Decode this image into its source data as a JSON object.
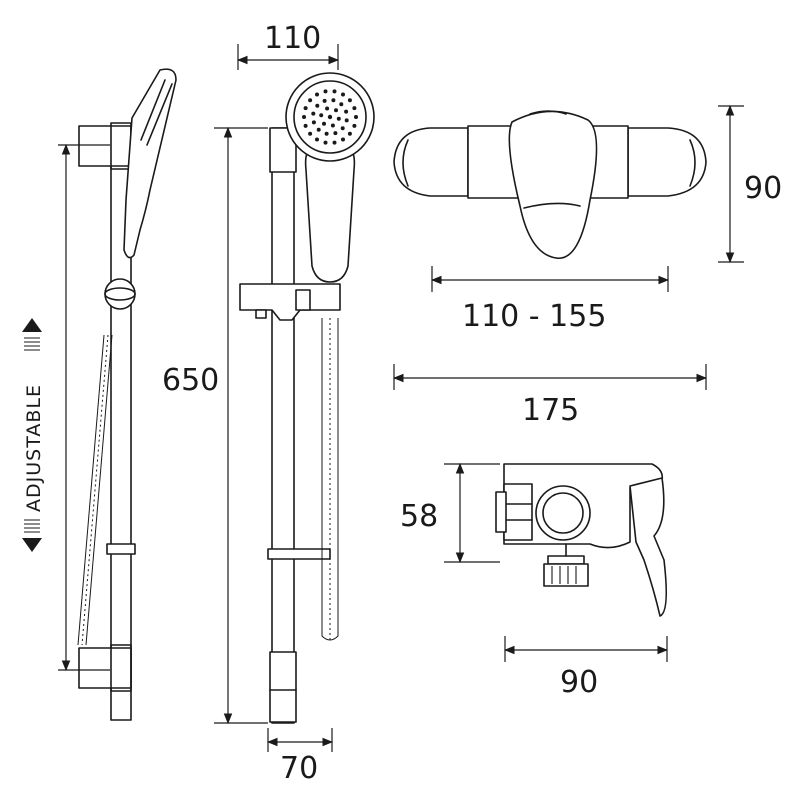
{
  "dimensions": {
    "handset_width": "110",
    "rail_height": "650",
    "rail_base": "70",
    "valve_height": "90",
    "centres": "110 - 155",
    "valve_width": "175",
    "valve_depth": "58",
    "valve_projection": "90"
  },
  "adjustable_label": "ADJUSTABLE"
}
